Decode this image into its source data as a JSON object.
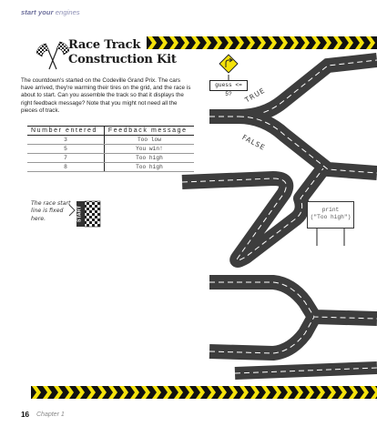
{
  "running_head": {
    "bold": "start your",
    "light": "engines"
  },
  "title": {
    "line1": "Race Track",
    "line2": "Construction Kit"
  },
  "intro": "The countdown's started on the Codeville Grand Prix. The cars have arrived, they're warming their tires on the grid, and the race is about to start. Can you assemble the track so that it displays the right feedback message? Note that you might not need all the pieces of track.",
  "table": {
    "headers": [
      "Number entered",
      "Feedback message"
    ],
    "rows": [
      [
        "3",
        "Too low"
      ],
      [
        "5",
        "You win!"
      ],
      [
        "7",
        "Too high"
      ],
      [
        "8",
        "Too high"
      ]
    ]
  },
  "start_note": "The race start line is fixed here.",
  "start_label": "START",
  "guess_label": "guess <= 5?",
  "true_label": "TRUE",
  "false_label": "FALSE",
  "print_sign": {
    "line1": "print",
    "line2": "(\"Too high\")"
  },
  "footer": {
    "page_number": "16",
    "chapter": "Chapter 1"
  },
  "colors": {
    "road": "#3d3d3d",
    "chevron": "#f4e20a",
    "running_head": "#6d6f9c"
  },
  "icons": [
    "checkered-flag-icon",
    "road-sign-icon"
  ]
}
